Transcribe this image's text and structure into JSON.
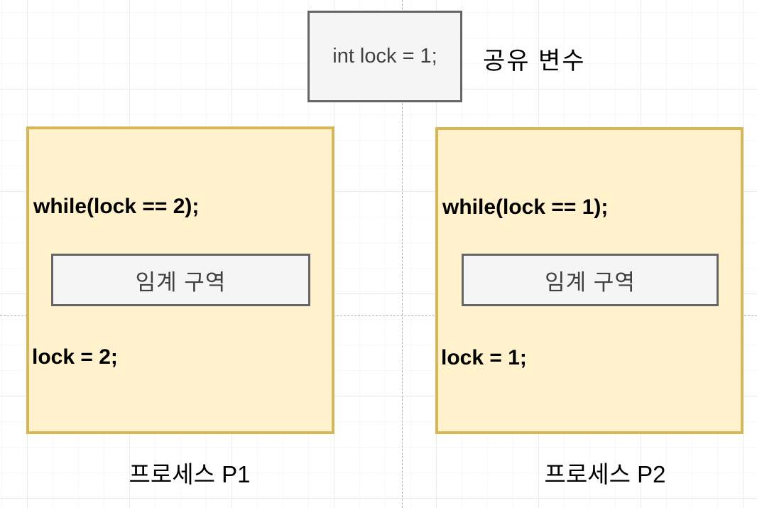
{
  "diagram": {
    "type": "mutual-exclusion-lock-diagram",
    "shared_variable": {
      "code": "int lock = 1;",
      "label": "공유 변수"
    },
    "processes": [
      {
        "busy_wait": "while(lock == 2);",
        "critical_section": "임계 구역",
        "release": "lock = 2;",
        "caption": "프로세스 P1"
      },
      {
        "busy_wait": "while(lock == 1);",
        "critical_section": "임계 구역",
        "release": "lock = 1;",
        "caption": "프로세스 P2"
      }
    ]
  },
  "colors": {
    "process_box_fill": "#fff2cc",
    "process_box_stroke": "#d6b656",
    "section_box_fill": "#f5f5f5",
    "section_box_stroke": "#666666",
    "code_text": "#000000",
    "section_text": "#404040",
    "grid_minor": "#f7f7f7",
    "grid_major": "#ebebeb",
    "page_break_dash": "#b3b3b3"
  }
}
